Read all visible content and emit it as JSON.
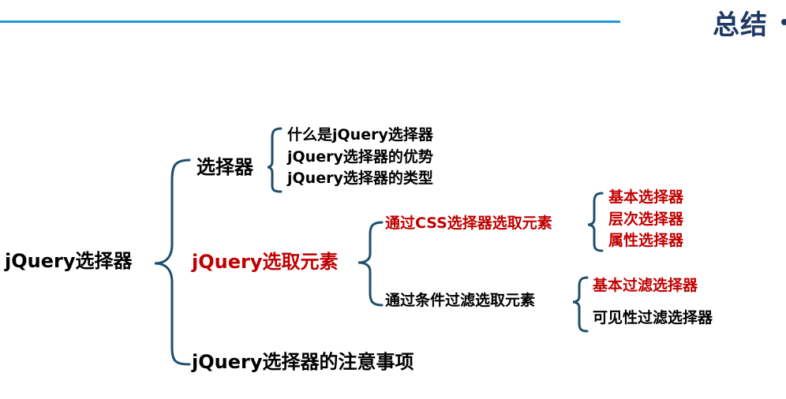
{
  "header": {
    "title": "总结",
    "accent_color": "#1e9bd7",
    "title_color": "#1f3864"
  },
  "mindmap": {
    "root": "jQuery选择器",
    "brace_color": "#1f4e6e",
    "highlight_color": "#c00000",
    "branches": {
      "selector": {
        "label": "选择器",
        "items": [
          "什么是jQuery选择器",
          "jQuery选择器的优势",
          "jQuery选择器的类型"
        ]
      },
      "select_elements": {
        "label": "jQuery选取元素",
        "css": {
          "label": "通过CSS选择器选取元素",
          "items": [
            "基本选择器",
            "层次选择器",
            "属性选择器"
          ]
        },
        "filter": {
          "label": "通过条件过滤选取元素",
          "items": [
            "基本过滤选择器",
            "可见性过滤选择器"
          ]
        }
      },
      "notes": {
        "label": "jQuery选择器的注意事项"
      }
    }
  }
}
